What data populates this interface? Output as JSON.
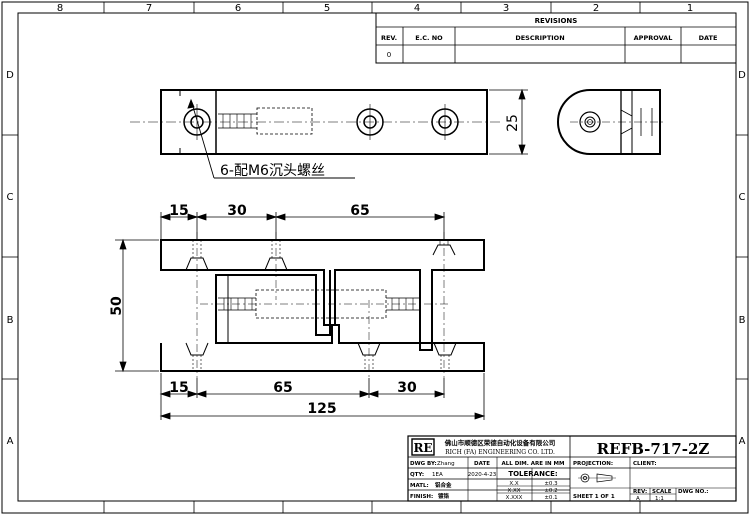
{
  "border": {
    "top_numbers": [
      "8",
      "7",
      "6",
      "5",
      "4",
      "3",
      "2",
      "1"
    ],
    "side_letters": [
      "D",
      "C",
      "B",
      "A"
    ]
  },
  "revisions": {
    "title": "REVISIONS",
    "headers": [
      "REV.",
      "E.C. NO",
      "DESCRIPTION",
      "APPROVAL",
      "DATE"
    ],
    "rows": [
      [
        "0",
        "",
        "",
        "",
        ""
      ]
    ]
  },
  "callout": "6-配M6沉头螺丝",
  "dimensions": {
    "top_height": "25",
    "front_top": [
      "15",
      "30",
      "65"
    ],
    "front_height": "50",
    "front_bottom": [
      "15",
      "65",
      "30"
    ],
    "overall": "125"
  },
  "title_block": {
    "logo": "RE",
    "company_cn": "佛山市顺德区荣德自动化设备有限公司",
    "company_en": "RICH (FA) ENGINEERING CO. LTD.",
    "drawing_number": "REFB-717-2Z",
    "dwg_by_label": "DWG BY:",
    "dwg_by_value": "Zhang",
    "date_label": "DATE",
    "date_value": "2020-4-23",
    "units_note": "ALL DIM. ARE IN MM",
    "qty_label": "QTY:",
    "qty_value": "1EA",
    "matl_label": "MATL:",
    "matl_value": "铝合金",
    "finish_label": "FINISH:",
    "finish_value": "镀铬",
    "tolerance_label": "TOLERANCE:",
    "tolerances": [
      {
        "spec": "X.X",
        "value": "±0.3"
      },
      {
        "spec": "X.XX",
        "value": "±0.2"
      },
      {
        "spec": "X.XXX",
        "value": "±0.1"
      }
    ],
    "projection_label": "PROJECTION:",
    "client_label": "CLIENT:",
    "sheet_label": "SHEET 1 OF 1",
    "rev_label": "REV:",
    "rev_value": "A",
    "scale_label": "SCALE",
    "scale_value": "1:1",
    "dwg_no_label": "DWG NO.:"
  }
}
